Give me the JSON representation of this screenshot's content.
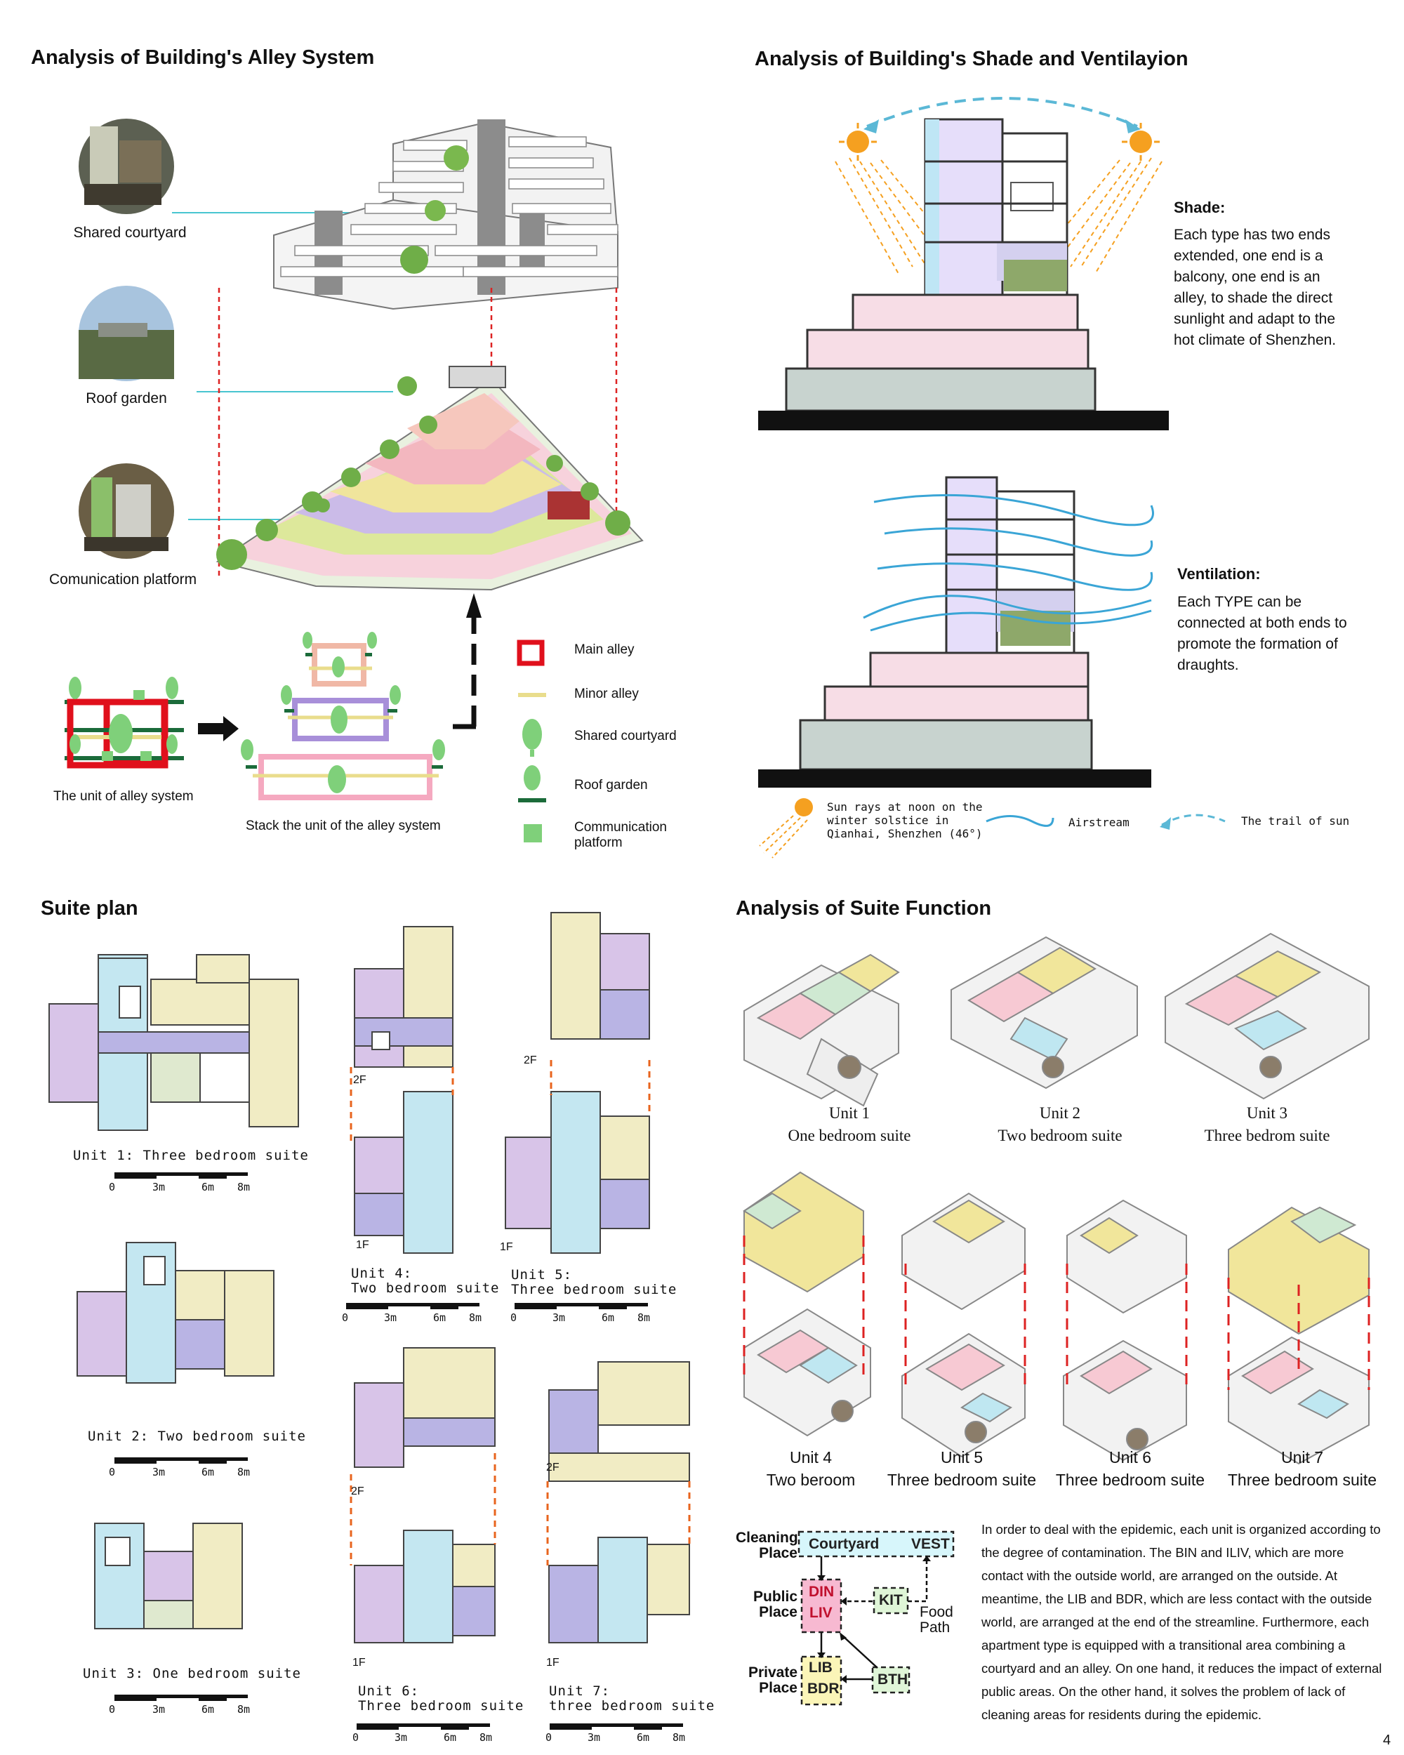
{
  "alley": {
    "title": "Analysis of Building's Alley System",
    "photos": [
      "Shared courtyard",
      "Roof garden",
      "Comunication platform"
    ],
    "unit_label": "The unit of alley system",
    "stack_label": "Stack the unit of the alley system",
    "legend": [
      "Main alley",
      "Minor alley",
      "Shared courtyard",
      "Roof garden",
      "Communication platform"
    ]
  },
  "shade": {
    "title": "Analysis of Building's Shade and Ventilayion",
    "shade_heading": "Shade:",
    "shade_text": "Each type has two ends extended, one end is a balcony, one end is an alley, to shade the direct sunlight and adapt to the hot climate of Shenzhen.",
    "vent_heading": "Ventilation:",
    "vent_text": "Each TYPE can be connected at both ends to promote the formation of draughts.",
    "legend_sun": "Sun rays at noon on the winter solstice in Qianhai, Shenzhen (46°)",
    "legend_air": "Airstream",
    "legend_trail": "The trail of sun"
  },
  "suite": {
    "title": "Suite plan",
    "units": [
      "Unit 1: Three bedroom suite",
      "Unit 2: Two bedroom suite",
      "Unit 3: One bedroom suite",
      "Unit 4:",
      "Two bedroom suite",
      "Unit 5:",
      "Three bedroom suite",
      "Unit 6:",
      "Three bedroom suite",
      "Unit 7:",
      "three bedroom suite"
    ],
    "scale": [
      "0",
      "3m",
      "6m",
      "8m"
    ],
    "floors": [
      "2F",
      "1F"
    ]
  },
  "function": {
    "title": "Analysis of Suite Function",
    "units": [
      {
        "name": "Unit 1",
        "type": "One bedroom suite"
      },
      {
        "name": "Unit 2",
        "type": "Two bedroom suite"
      },
      {
        "name": "Unit  3",
        "type": "Three bedrom suite"
      },
      {
        "name": "Unit 4",
        "type": "Two beroom"
      },
      {
        "name": "Unit 5",
        "type": "Three bedroom suite"
      },
      {
        "name": "Unit  6",
        "type": "Three bedroom suite"
      },
      {
        "name": "Unit 7",
        "type": "Three bedroom suite"
      }
    ],
    "flow": {
      "cleaning": "Cleaning Place",
      "public": "Public Place",
      "private": "Private Place",
      "courtyard": "Courtyard",
      "vest": "VEST",
      "din": "DIN",
      "liv": "LIV",
      "kit": "KIT",
      "food": "Food Path",
      "lib": "LIB",
      "bdr": "BDR",
      "bth": "BTH"
    },
    "description": "In order to deal with the epidemic, each unit is organized according to the degree of contamination. The BIN and ILIV, which are more contact with the outside world, are arranged on the outside. At meantime, the LIB and BDR, which are less contact with the outside world, are arranged at the end of the streamline. Furthermore, each apartment type is equipped with a transitional area combining a courtyard and an alley. On one hand, it reduces the impact of external public areas. On the other hand, it solves the problem of lack of cleaning areas for residents during the epidemic."
  },
  "page_number": "4",
  "colors": {
    "main_alley": "#e0101c",
    "minor_alley": "#e9dd8c",
    "green": "#7fd07a",
    "pink": "#f3b6c8",
    "purple": "#c5b3e6",
    "blue": "#bfe7f1",
    "yellow": "#eee6b2"
  }
}
